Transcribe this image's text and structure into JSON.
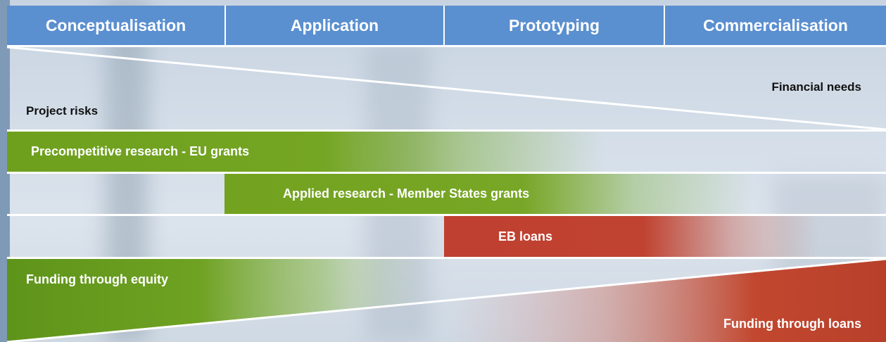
{
  "header": {
    "stages": [
      "Conceptualisation",
      "Application",
      "Prototyping",
      "Commercialisation"
    ]
  },
  "top_section": {
    "financial_needs": "Financial needs",
    "project_risks": "Project risks"
  },
  "funding_bars": {
    "eu_grants": "Precompetitive research - EU grants",
    "member_states_grants": "Applied research - Member States grants",
    "eb_loans": "EB loans"
  },
  "bottom_section": {
    "equity": "Funding through equity",
    "loans": "Funding through loans"
  },
  "colors": {
    "header_blue": "#5a8fd0",
    "green": "#6ea01e",
    "red": "#bf4030"
  }
}
